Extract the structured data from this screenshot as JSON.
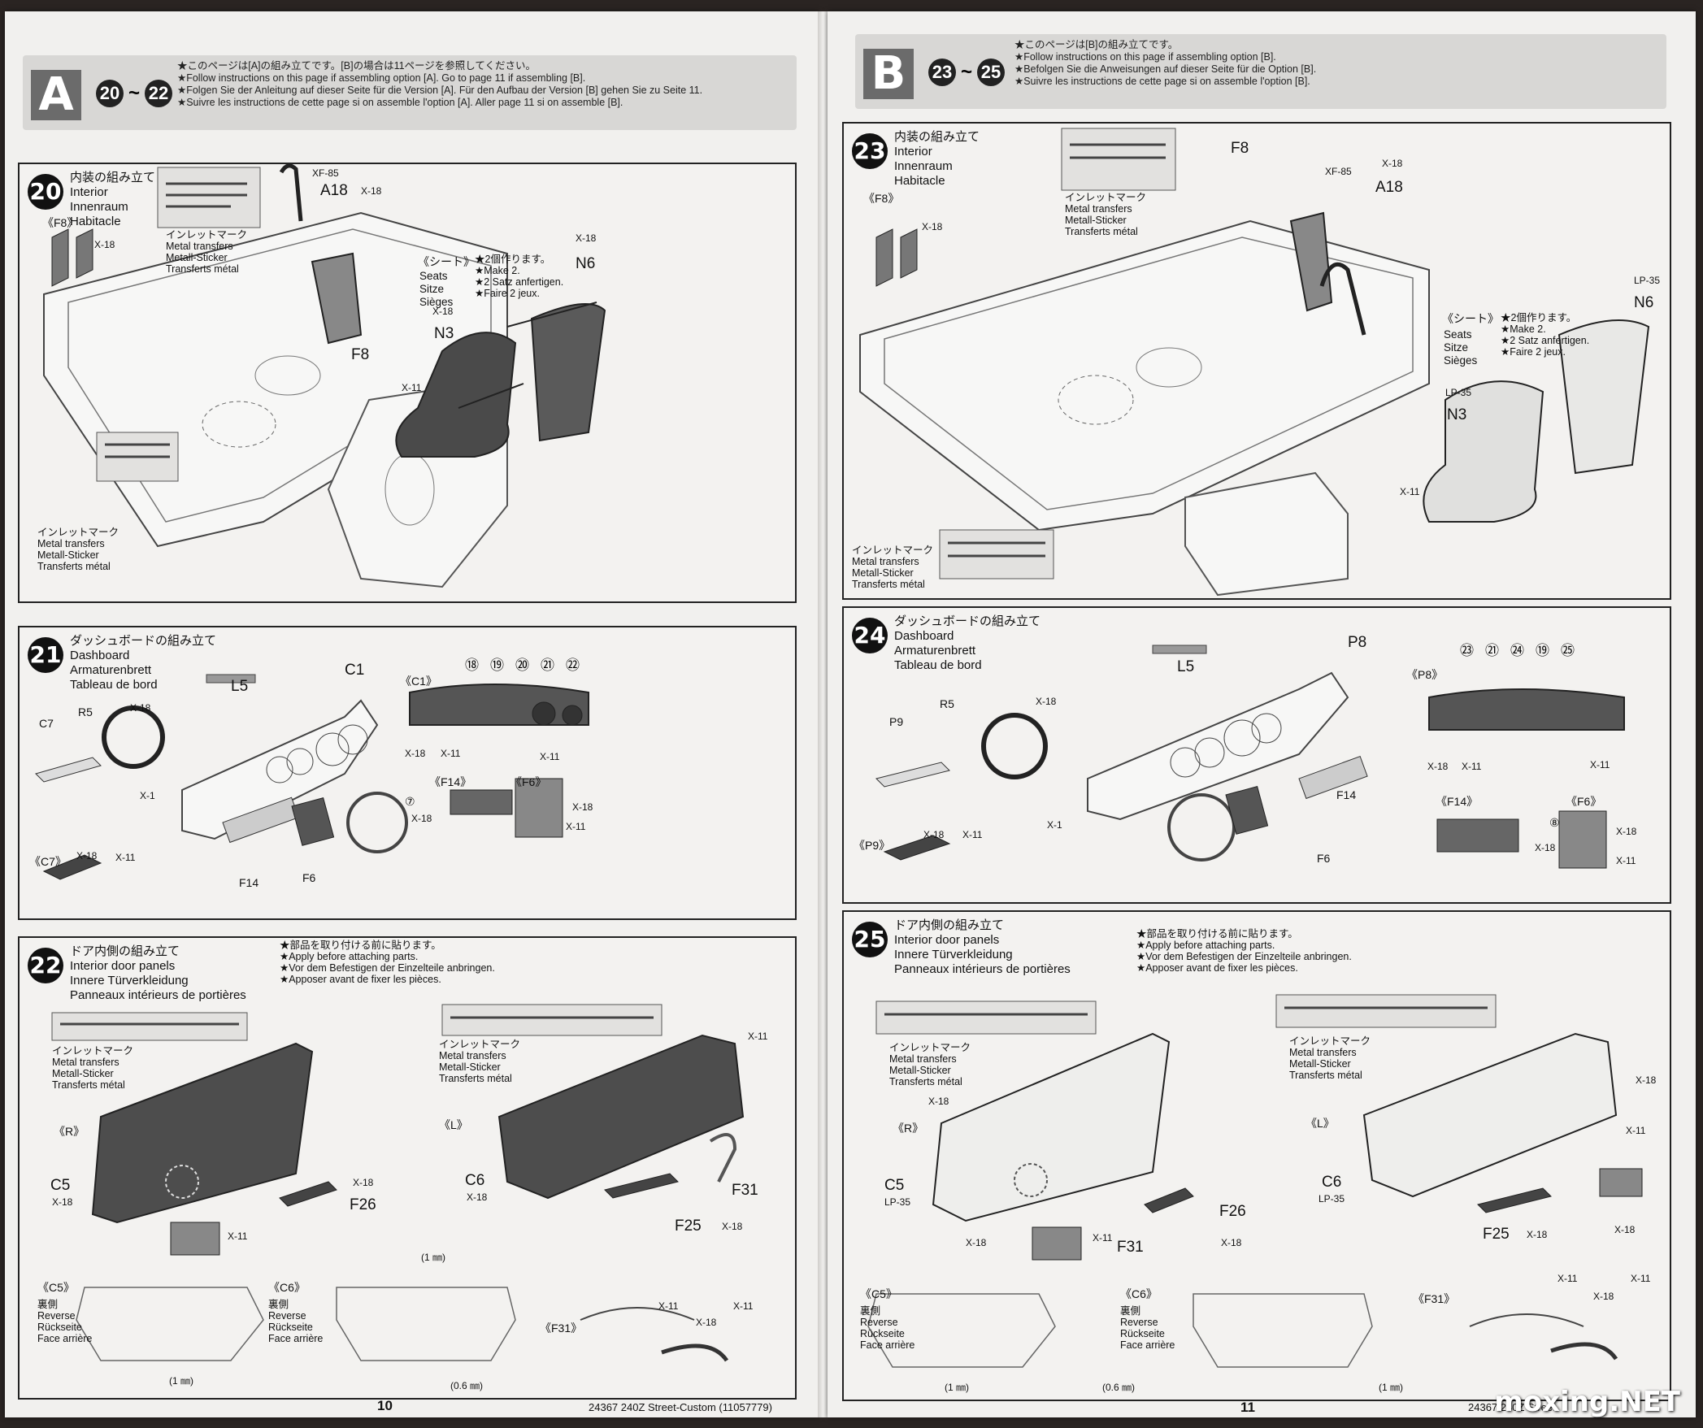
{
  "left_page": {
    "header": {
      "option": "A",
      "range_start": "20",
      "range_sep": "~",
      "range_end": "22",
      "notes": [
        "★このページは[A]の組み立てです。[B]の場合は11ページを参照してください。",
        "★Follow instructions on this page if assembling option [A]. Go to page 11 if assembling [B].",
        "★Folgen Sie der Anleitung auf dieser Seite für die Version [A]. Für den Aufbau der Version [B] gehen Sie zu Seite 11.",
        "★Suivre les instructions de cette page si on assemble l'option [A]. Aller page 11 si on assemble [B]."
      ]
    },
    "step20": {
      "number": "20",
      "title": [
        "内装の組み立て",
        "Interior",
        "Innenraum",
        "Habitacle"
      ],
      "labels": {
        "f8_bracket": "《F8》",
        "f8": "F8",
        "x18_a": "X-18",
        "xf85": "XF-85",
        "a18": "A18",
        "x18_b": "X-18",
        "seats_jp": "《シート》",
        "seats": [
          "Seats",
          "Sitze",
          "Sièges"
        ],
        "make2": [
          "★2個作ります。",
          "★Make 2.",
          "★2 Satz anfertigen.",
          "★Faire 2 jeux."
        ],
        "x18_n6": "X-18",
        "n6": "N6",
        "x18_n3": "X-18",
        "n3": "N3",
        "x11": "X-11"
      },
      "transfers_top": [
        "インレットマーク",
        "Metal transfers",
        "Metall-Sticker",
        "Transferts métal"
      ],
      "transfers_bottom": [
        "インレットマーク",
        "Metal transfers",
        "Metall-Sticker",
        "Transferts métal"
      ]
    },
    "step21": {
      "number": "21",
      "title": [
        "ダッシュボードの組み立て",
        "Dashboard",
        "Armaturenbrett",
        "Tableau de bord"
      ],
      "labels": {
        "l5": "L5",
        "c1": "C1",
        "c7": "C7",
        "r5": "R5",
        "x18_r5": "X-18",
        "x1": "X-1",
        "c7_bracket": "《C7》",
        "x18_c7": "X-18",
        "x11_c7": "X-11",
        "f14": "F14",
        "f6": "F6",
        "c1_bracket": "《C1》",
        "x18_c1": "X-18",
        "x11_c1a": "X-11",
        "x11_c1b": "X-11",
        "f14_bracket": "《F14》",
        "ref7": "⑦",
        "x18_f14": "X-18",
        "f6_bracket": "《F6》",
        "x18_f6": "X-18",
        "x11_f6": "X-11"
      },
      "gauges": [
        "⑱",
        "⑲",
        "⑳",
        "㉑",
        "㉒"
      ]
    },
    "step22": {
      "number": "22",
      "title": [
        "ドア内側の組み立て",
        "Interior door panels",
        "Innere Türverkleidung",
        "Panneaux intérieurs de portières"
      ],
      "note": [
        "★部品を取り付ける前に貼ります。",
        "★Apply before attaching parts.",
        "★Vor dem Befestigen der Einzelteile anbringen.",
        "★Apposer avant de fixer les pièces."
      ],
      "transfers_r": [
        "インレットマーク",
        "Metal transfers",
        "Metall-Sticker",
        "Transferts métal"
      ],
      "transfers_l": [
        "インレットマーク",
        "Metal transfers",
        "Metall-Sticker",
        "Transferts métal"
      ],
      "labels": {
        "r": "《R》",
        "l": "《L》",
        "c5": "C5",
        "x18_c5": "X-18",
        "x11_r": "X-11",
        "x18_f26": "X-18",
        "f26": "F26",
        "c6": "C6",
        "x18_c6": "X-18",
        "x11_l": "X-11",
        "f31": "F31",
        "f25": "F25",
        "x18_f25": "X-18",
        "c5_bracket": "《C5》",
        "c6_bracket": "《C6》",
        "f31_bracket": "《F31》",
        "x11_f31a": "X-11",
        "x18_f31": "X-18",
        "x11_f31b": "X-11",
        "drill_1a": "(1 ㎜)",
        "drill_1b": "(1 ㎜)",
        "drill_06": "(0.6 ㎜)"
      },
      "reverse_c5": [
        "裏側",
        "Reverse",
        "Rückseite",
        "Face arrière"
      ],
      "reverse_c6": [
        "裏側",
        "Reverse",
        "Rückseite",
        "Face arrière"
      ]
    },
    "footer": {
      "page_number": "10",
      "code": "24367  240Z Street-Custom (11057779)"
    }
  },
  "right_page": {
    "header": {
      "option": "B",
      "range_start": "23",
      "range_sep": "~",
      "range_end": "25",
      "notes": [
        "★このページは[B]の組み立てです。",
        "★Follow instructions on this page if assembling option [B].",
        "★Befolgen Sie die Anweisungen auf dieser Seite für die Option [B].",
        "★Suivre les instructions de cette page si on assemble l'option [B]."
      ]
    },
    "step23": {
      "number": "23",
      "title": [
        "内装の組み立て",
        "Interior",
        "Innenraum",
        "Habitacle"
      ],
      "labels": {
        "f8_bracket": "《F8》",
        "x18_f8": "X-18",
        "f8": "F8",
        "xf85": "XF-85",
        "x18_a18": "X-18",
        "a18": "A18",
        "lp35_n6": "LP-35",
        "n6": "N6",
        "seats_jp": "《シート》",
        "seats": [
          "Seats",
          "Sitze",
          "Sièges"
        ],
        "make2": [
          "★2個作ります。",
          "★Make 2.",
          "★2 Satz anfertigen.",
          "★Faire 2 jeux."
        ],
        "lp35_n3": "LP-35",
        "n3": "N3",
        "x11": "X-11"
      },
      "transfers_top": [
        "インレットマーク",
        "Metal transfers",
        "Metall-Sticker",
        "Transferts métal"
      ],
      "transfers_bottom": [
        "インレットマーク",
        "Metal transfers",
        "Metall-Sticker",
        "Transferts métal"
      ]
    },
    "step24": {
      "number": "24",
      "title": [
        "ダッシュボードの組み立て",
        "Dashboard",
        "Armaturenbrett",
        "Tableau de bord"
      ],
      "labels": {
        "l5": "L5",
        "p8": "P8",
        "p9": "P9",
        "r5": "R5",
        "x18_r5": "X-18",
        "x1": "X-1",
        "p9_bracket": "《P9》",
        "x18_p9": "X-18",
        "x11_p9": "X-11",
        "f14": "F14",
        "f6": "F6",
        "p8_bracket": "《P8》",
        "x18_p8": "X-18",
        "x11_p8a": "X-11",
        "x11_p8b": "X-11",
        "f14_bracket": "《F14》",
        "ref8": "⑧",
        "x18_f14": "X-18",
        "f6_bracket": "《F6》",
        "x18_f6": "X-18",
        "x11_f6": "X-11"
      },
      "gauges": [
        "㉓",
        "㉑",
        "㉔",
        "⑲",
        "㉕"
      ]
    },
    "step25": {
      "number": "25",
      "title": [
        "ドア内側の組み立て",
        "Interior door panels",
        "Innere Türverkleidung",
        "Panneaux intérieurs de portières"
      ],
      "note": [
        "★部品を取り付ける前に貼ります。",
        "★Apply before attaching parts.",
        "★Vor dem Befestigen der Einzelteile anbringen.",
        "★Apposer avant de fixer les pièces."
      ],
      "transfers_r": [
        "インレットマーク",
        "Metal transfers",
        "Metall-Sticker",
        "Transferts métal"
      ],
      "transfers_l": [
        "インレットマーク",
        "Metal transfers",
        "Metall-Sticker",
        "Transferts métal"
      ],
      "labels": {
        "r": "《R》",
        "l": "《L》",
        "x18_r": "X-18",
        "c5": "C5",
        "lp35_c5": "LP-35",
        "x18_mid": "X-18",
        "x11_mid": "X-11",
        "f31": "F31",
        "f26": "F26",
        "x18_f26": "X-18",
        "c6": "C6",
        "lp35_c6": "LP-35",
        "x18_l": "X-18",
        "x11_l": "X-11",
        "x18_lb": "X-18",
        "f25": "F25",
        "x18_f25": "X-18",
        "c5_bracket": "《C5》",
        "c6_bracket": "《C6》",
        "f31_bracket": "《F31》",
        "x11_f31a": "X-11",
        "x18_f31": "X-18",
        "x11_f31b": "X-11",
        "drill_1a": "(1 ㎜)",
        "drill_06": "(0.6 ㎜)",
        "drill_1b": "(1 ㎜)"
      },
      "reverse_c5": [
        "裏側",
        "Reverse",
        "Rückseite",
        "Face arrière"
      ],
      "reverse_c6": [
        "裏側",
        "Reverse",
        "Rückseite",
        "Face arrière"
      ]
    },
    "footer": {
      "page_number": "11",
      "code": "24367  240Z Street"
    }
  },
  "watermark": "moxing.NET"
}
